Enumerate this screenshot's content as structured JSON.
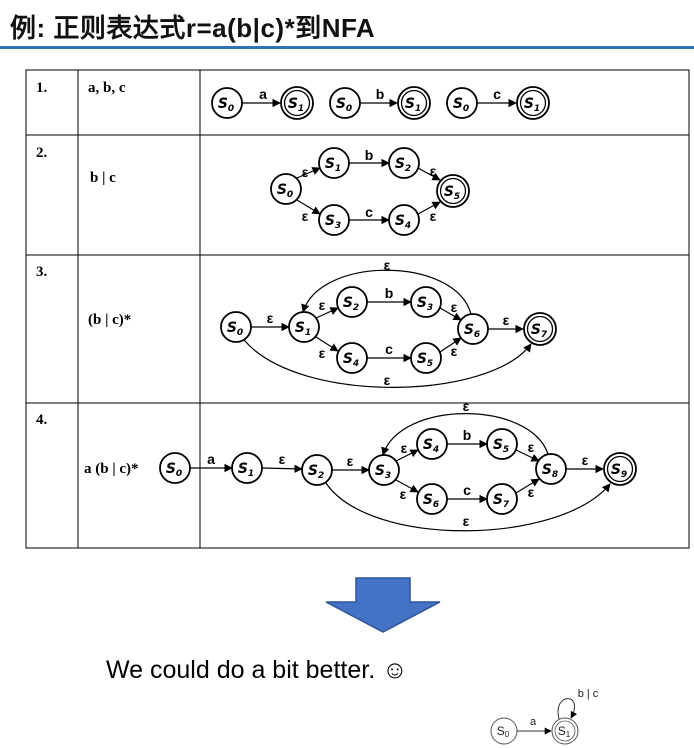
{
  "title": "例: 正则表达式r=a(b|c)*到NFA",
  "rows": [
    {
      "num": "1.",
      "label": "a, b, c"
    },
    {
      "num": "2.",
      "label": "b | c"
    },
    {
      "num": "3.",
      "label": "(b | c)*"
    },
    {
      "num": "4.",
      "label": "a (b | c)*"
    }
  ],
  "state_prefix": "S",
  "symbols": {
    "a": "a",
    "b": "b",
    "c": "c",
    "epsilon": "ε",
    "b_or_c": "b | c"
  },
  "caption": "We could do a bit better. ☺",
  "colors": {
    "arrow_fill": "#4472c4",
    "arrow_stroke": "#2f5597",
    "rule": "#2e75b6"
  }
}
